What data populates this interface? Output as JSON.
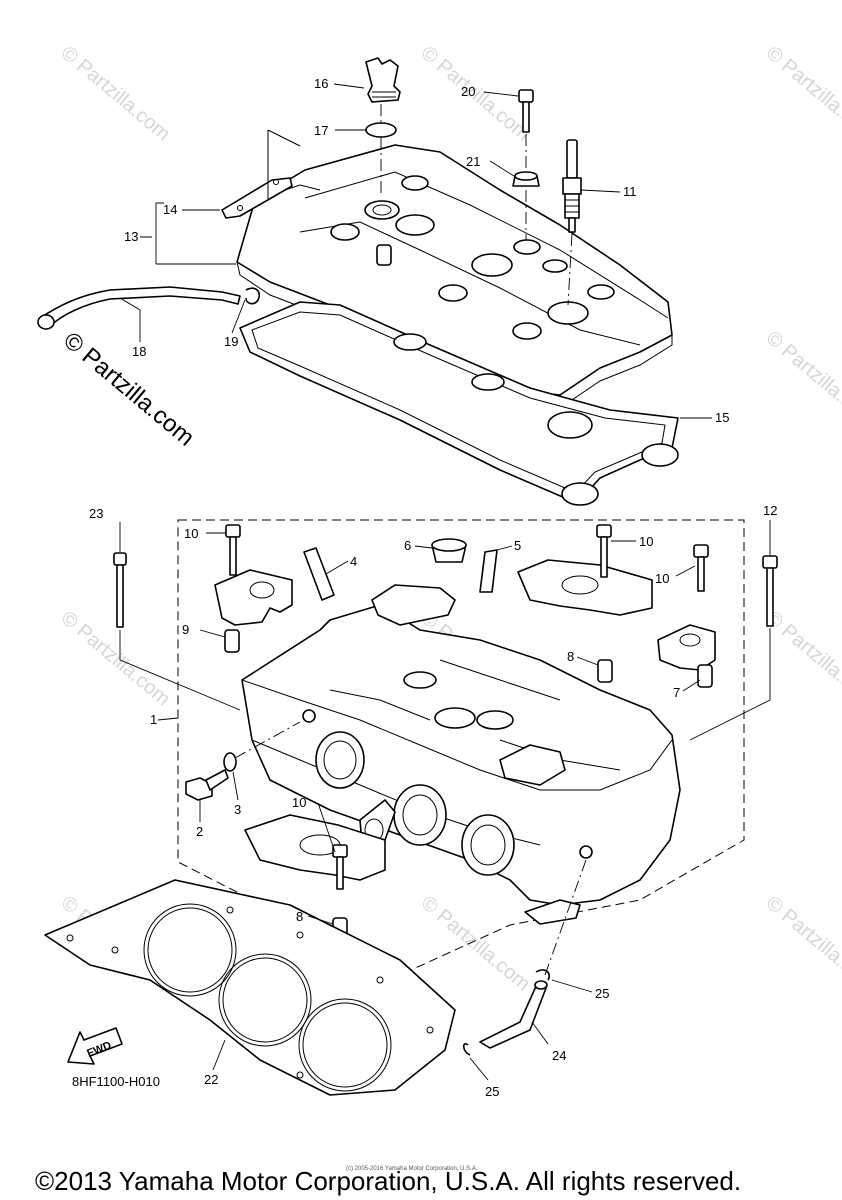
{
  "callouts": [
    {
      "id": "c1",
      "label": "1"
    },
    {
      "id": "c2",
      "label": "2"
    },
    {
      "id": "c3",
      "label": "3"
    },
    {
      "id": "c4",
      "label": "4"
    },
    {
      "id": "c5",
      "label": "5"
    },
    {
      "id": "c6",
      "label": "6"
    },
    {
      "id": "c7",
      "label": "7"
    },
    {
      "id": "c8a",
      "label": "8"
    },
    {
      "id": "c8b",
      "label": "8"
    },
    {
      "id": "c9",
      "label": "9"
    },
    {
      "id": "c10a",
      "label": "10"
    },
    {
      "id": "c10b",
      "label": "10"
    },
    {
      "id": "c10c",
      "label": "10"
    },
    {
      "id": "c10d",
      "label": "10"
    },
    {
      "id": "c11",
      "label": "11"
    },
    {
      "id": "c12",
      "label": "12"
    },
    {
      "id": "c13",
      "label": "13"
    },
    {
      "id": "c14",
      "label": "14"
    },
    {
      "id": "c15",
      "label": "15"
    },
    {
      "id": "c16",
      "label": "16"
    },
    {
      "id": "c17",
      "label": "17"
    },
    {
      "id": "c18",
      "label": "18"
    },
    {
      "id": "c19",
      "label": "19"
    },
    {
      "id": "c20",
      "label": "20"
    },
    {
      "id": "c21",
      "label": "21"
    },
    {
      "id": "c22",
      "label": "22"
    },
    {
      "id": "c23",
      "label": "23"
    },
    {
      "id": "c24",
      "label": "24"
    },
    {
      "id": "c25a",
      "label": "25"
    },
    {
      "id": "c25b",
      "label": "25"
    }
  ],
  "watermark": {
    "text": "© Partzilla.com",
    "small_text": "(c) 2005-2016 Yamaha Motor Corporation, U.S.A."
  },
  "fwd_label": "FWD",
  "diagram_code": "8HF1100-H010",
  "copyright": "©2013 Yamaha Motor Corporation, U.S.A. All rights reserved."
}
